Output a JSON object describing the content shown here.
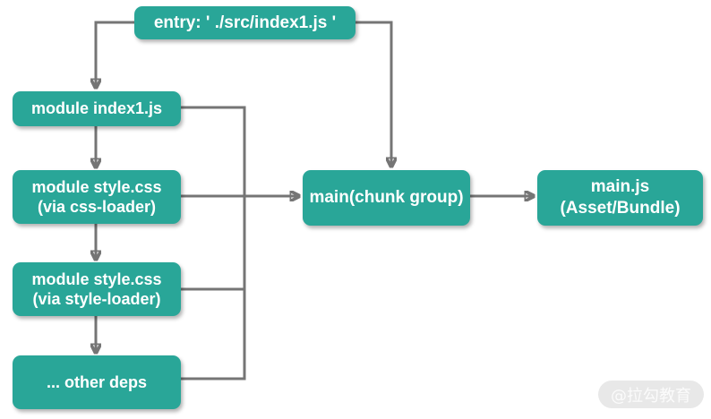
{
  "diagram": {
    "title": "webpack module to chunk to asset flow",
    "nodes": {
      "entry": {
        "label": "entry: ' ./src/index1.js '"
      },
      "module_index1": {
        "label": "module index1.js"
      },
      "module_css_loader": {
        "line1": "module style.css",
        "line2": "(via css-loader)"
      },
      "module_style_loader": {
        "line1": "module style.css",
        "line2": "(via style-loader)"
      },
      "other_deps": {
        "label": "... other deps"
      },
      "main_chunk": {
        "label": "main(chunk group)"
      },
      "main_js": {
        "line1": "main.js",
        "line2": "(Asset/Bundle)"
      }
    },
    "watermark": "@拉勾教育"
  },
  "colors": {
    "node_fill": "#29a698",
    "node_text": "#ffffff",
    "edge": "#757575",
    "background": "#ffffff",
    "watermark_bg": "#e8e8e8",
    "watermark_text": "#fbfbfb"
  }
}
